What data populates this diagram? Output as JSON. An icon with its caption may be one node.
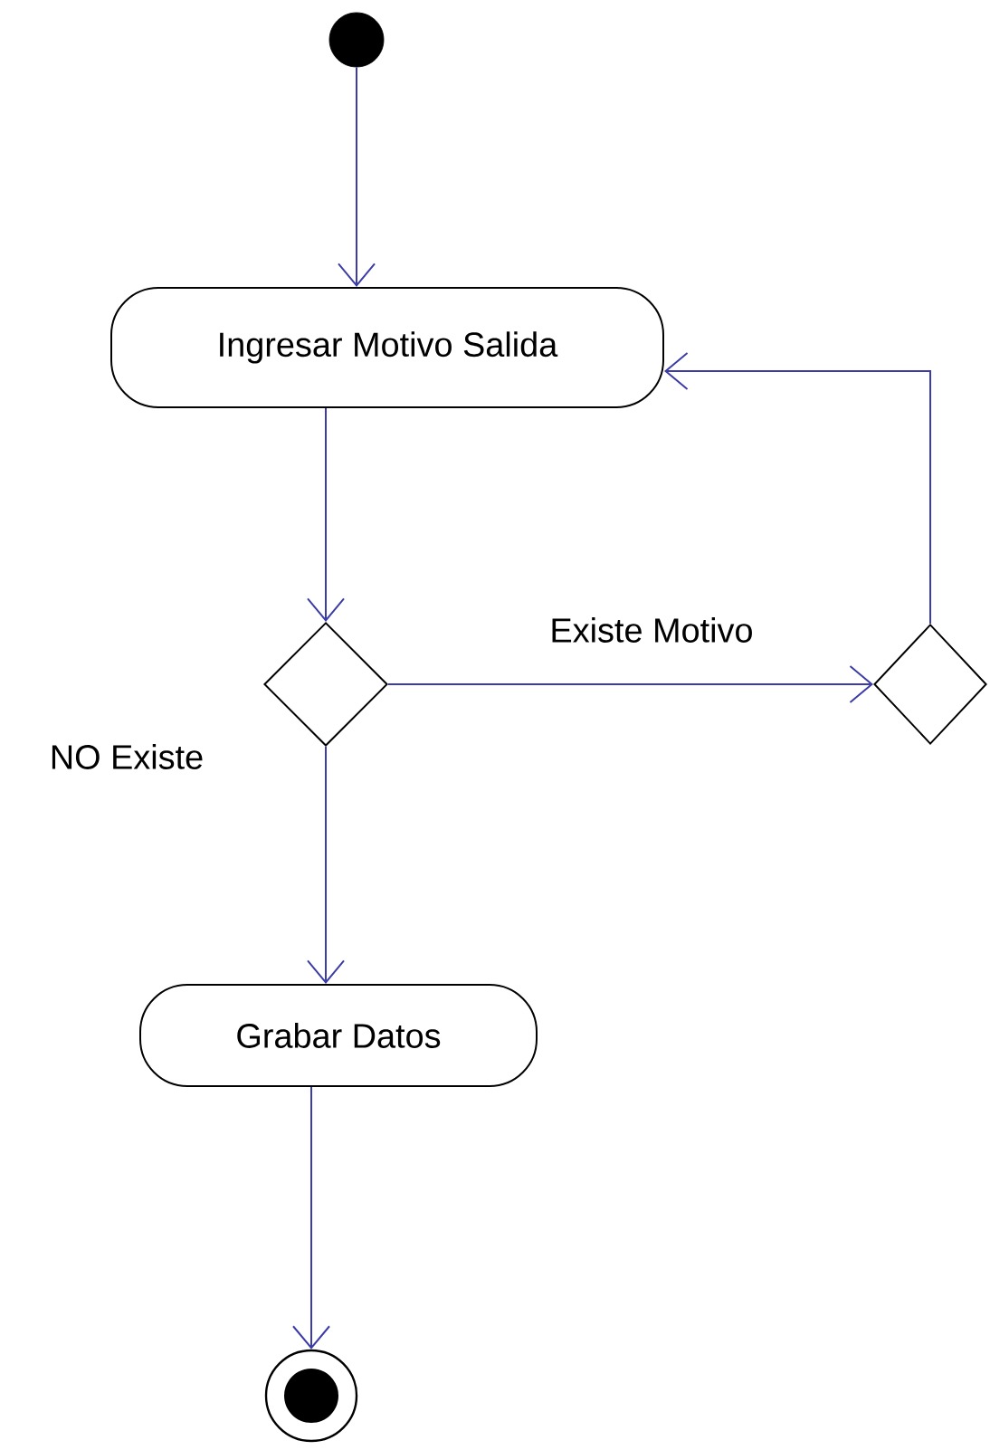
{
  "diagram": {
    "nodes": [
      {
        "text": [],
        "shape": "circle"
      },
      {
        "text": [
          "Ingresar Motivo Salida"
        ]
      },
      {
        "text": [],
        "shape": "diamond"
      },
      {
        "text": [],
        "shape": "diamond"
      },
      {
        "text": [
          "Grabar Datos"
        ]
      },
      {
        "text": [],
        "shape": "bullseye"
      }
    ],
    "edges": [
      {
        "from": 0,
        "to": 1,
        "arrow": "to"
      },
      {
        "from": 1,
        "to": 2,
        "arrow": "to"
      },
      {
        "from": 2,
        "to": 3,
        "arrow": "to",
        "label": "Existe Motivo"
      },
      {
        "from": 3,
        "to": 1,
        "arrow": "to"
      },
      {
        "from": 2,
        "to": 4,
        "arrow": "to",
        "label": "NO Existe"
      },
      {
        "from": 4,
        "to": 5,
        "arrow": "to"
      }
    ]
  }
}
